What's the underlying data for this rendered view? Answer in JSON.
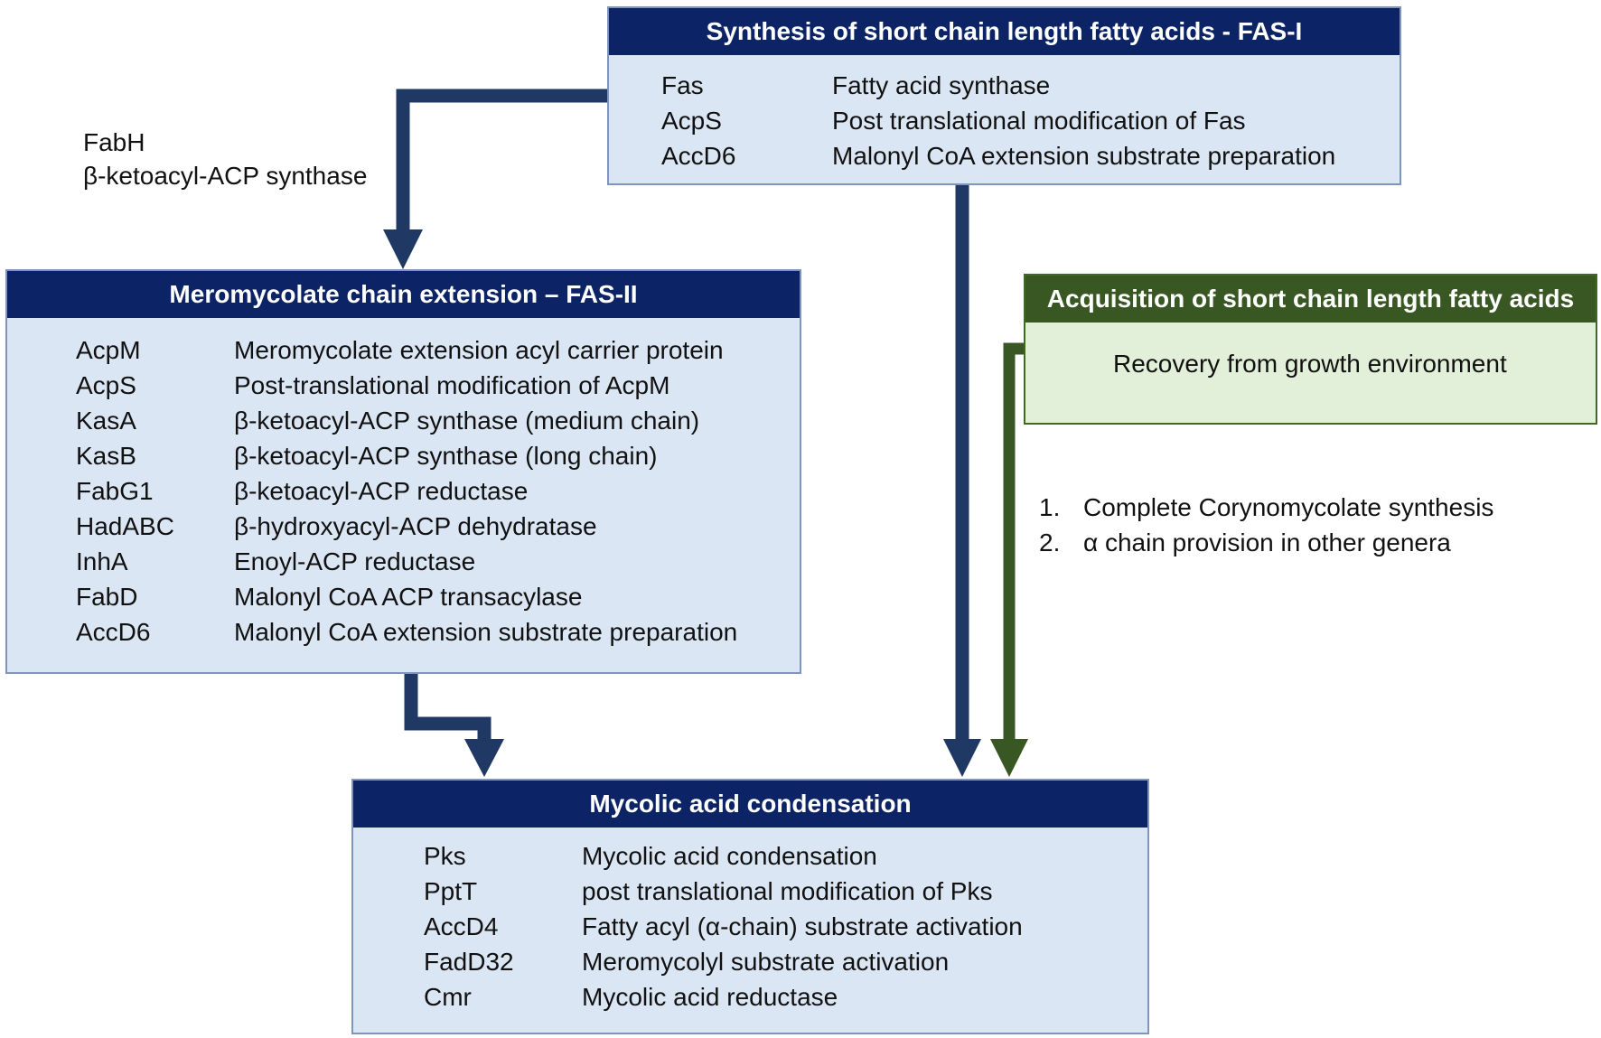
{
  "fas1": {
    "title": "Synthesis of short chain length fatty acids - FAS-I",
    "rows": [
      {
        "gene": "Fas",
        "desc": "Fatty acid synthase"
      },
      {
        "gene": "AcpS",
        "desc": "Post translational modification of Fas"
      },
      {
        "gene": "AccD6",
        "desc": "Malonyl CoA extension substrate preparation"
      }
    ]
  },
  "fabh": {
    "line1": "FabH",
    "line2": "β-ketoacyl-ACP synthase"
  },
  "fas2": {
    "title": "Meromycolate chain extension   – FAS-II",
    "rows": [
      {
        "gene": "AcpM",
        "desc": "Meromycolate extension acyl carrier protein"
      },
      {
        "gene": "AcpS",
        "desc": "Post-translational modification of AcpM"
      },
      {
        "gene": "KasA",
        "desc": "β-ketoacyl-ACP synthase (medium chain)"
      },
      {
        "gene": "KasB",
        "desc": "β-ketoacyl-ACP synthase (long chain)"
      },
      {
        "gene": "FabG1",
        "desc": "β-ketoacyl-ACP reductase"
      },
      {
        "gene": "HadABC",
        "desc": "β-hydroxyacyl-ACP dehydratase"
      },
      {
        "gene": "InhA",
        "desc": "Enoyl-ACP reductase"
      },
      {
        "gene": "FabD",
        "desc": "Malonyl CoA ACP transacylase"
      },
      {
        "gene": "AccD6",
        "desc": "Malonyl CoA extension substrate preparation"
      }
    ]
  },
  "acquisition": {
    "title": "Acquisition of short chain length fatty acids",
    "body": "Recovery from growth environment",
    "list": [
      {
        "num": "1.",
        "text": "Complete Corynomycolate synthesis"
      },
      {
        "num": "2.",
        "text": "α chain provision in other genera"
      }
    ]
  },
  "mycolic": {
    "title": "Mycolic acid condensation",
    "rows": [
      {
        "gene": "Pks",
        "desc": "Mycolic acid condensation"
      },
      {
        "gene": "PptT",
        "desc": "post translational modification of Pks"
      },
      {
        "gene": "AccD4",
        "desc": "Fatty acyl (α-chain) substrate activation"
      },
      {
        "gene": "FadD32",
        "desc": "Meromycolyl substrate activation"
      },
      {
        "gene": "Cmr",
        "desc": "Mycolic acid reductase"
      }
    ]
  },
  "colors": {
    "header_navy": "#0c2466",
    "box_fill_blue": "#dbe6f4",
    "arrow_navy": "#1f3864",
    "acq_green": "#385723",
    "acq_fill": "#e2efd9"
  }
}
